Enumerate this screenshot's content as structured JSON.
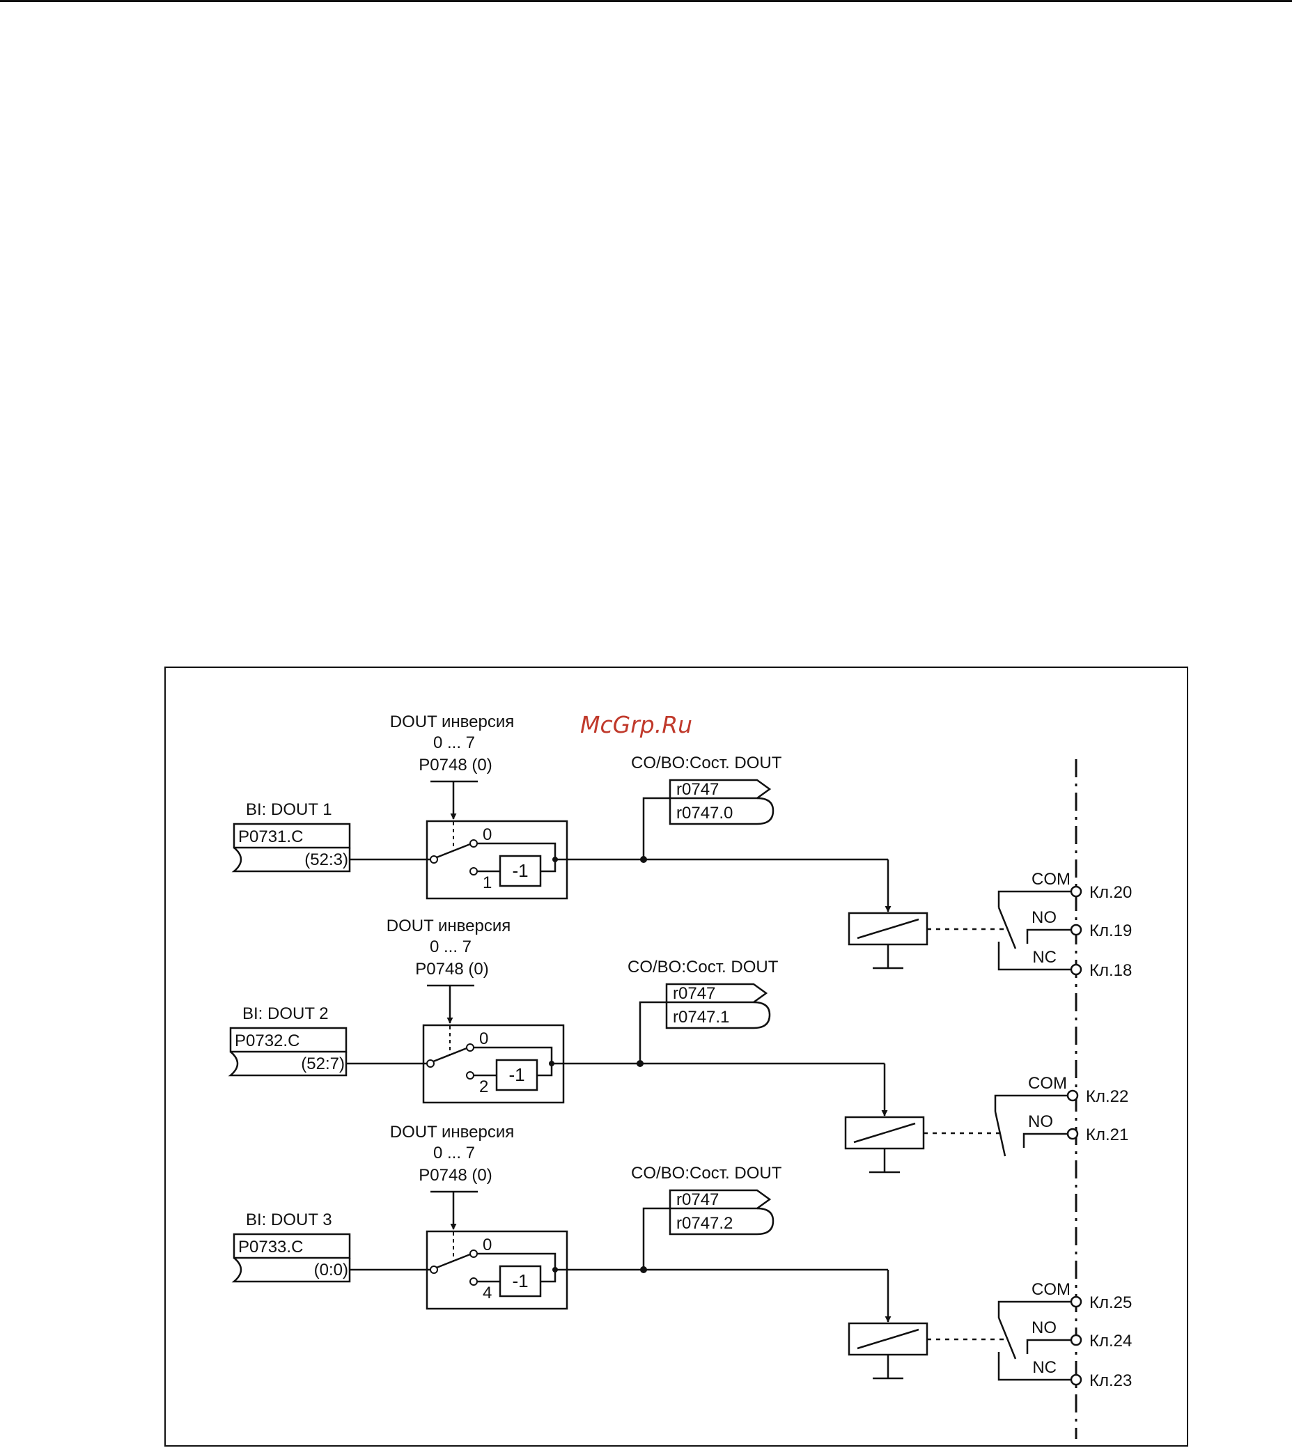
{
  "watermark": "McGrp.Ru",
  "channels": [
    {
      "bi_label": "BI: DOUT 1",
      "param": "P0731.C",
      "source": "(52:3)",
      "inv_title": "DOUT инверсия",
      "inv_range": "0 ... 7",
      "inv_param": "P0748 (0)",
      "sw_top": "0",
      "sw_bottom": "1",
      "inverter": "-1",
      "co_title": "CO/BO:Сост. DOUT",
      "co_param": "r0747",
      "bo_param": "r0747.0",
      "contacts": [
        {
          "label": "COM",
          "terminal": "Кл.20"
        },
        {
          "label": "NO",
          "terminal": "Кл.19"
        },
        {
          "label": "NC",
          "terminal": "Кл.18"
        }
      ]
    },
    {
      "bi_label": "BI: DOUT 2",
      "param": "P0732.C",
      "source": "(52:7)",
      "inv_title": "DOUT инверсия",
      "inv_range": "0 ... 7",
      "inv_param": "P0748 (0)",
      "sw_top": "0",
      "sw_bottom": "2",
      "inverter": "-1",
      "co_title": "CO/BO:Сост. DOUT",
      "co_param": "r0747",
      "bo_param": "r0747.1",
      "contacts": [
        {
          "label": "COM",
          "terminal": "Кл.22"
        },
        {
          "label": "NO",
          "terminal": "Кл.21"
        }
      ]
    },
    {
      "bi_label": "BI: DOUT 3",
      "param": "P0733.C",
      "source": "(0:0)",
      "inv_title": "DOUT инверсия",
      "inv_range": "0 ... 7",
      "inv_param": "P0748 (0)",
      "sw_top": "0",
      "sw_bottom": "4",
      "inverter": "-1",
      "co_title": "CO/BO:Сост. DOUT",
      "co_param": "r0747",
      "bo_param": "r0747.2",
      "contacts": [
        {
          "label": "COM",
          "terminal": "Кл.25"
        },
        {
          "label": "NO",
          "terminal": "Кл.24"
        },
        {
          "label": "NC",
          "terminal": "Кл.23"
        }
      ]
    }
  ]
}
